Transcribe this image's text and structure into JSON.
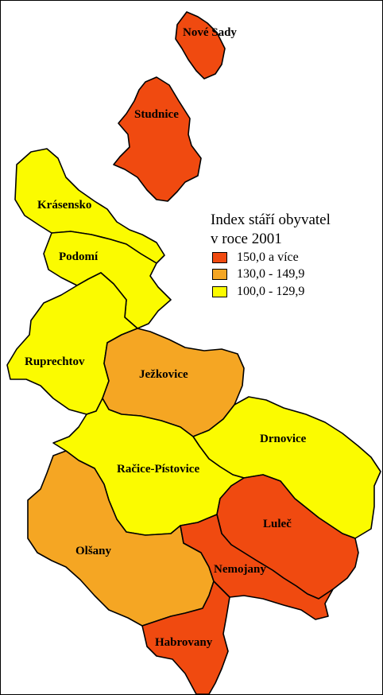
{
  "colors": {
    "high": "#f04a10",
    "mid": "#f5a623",
    "low": "#fbfb00"
  },
  "legend": {
    "title_line1": "Index stáří obyvatel",
    "title_line2": "v roce 2001",
    "classes": [
      {
        "label": "150,0 a více",
        "color_key": "high"
      },
      {
        "label": "130,0 - 149,9",
        "color_key": "mid"
      },
      {
        "label": "100,0 - 129,9",
        "color_key": "low"
      }
    ]
  },
  "regions": [
    {
      "id": "nove-sady",
      "name": "Nové Sady",
      "class": "high"
    },
    {
      "id": "studnice",
      "name": "Studnice",
      "class": "high"
    },
    {
      "id": "krasensko",
      "name": "Krásensko",
      "class": "low"
    },
    {
      "id": "podomi",
      "name": "Podomí",
      "class": "low"
    },
    {
      "id": "ruprechtov",
      "name": "Ruprechtov",
      "class": "low"
    },
    {
      "id": "jezkovice",
      "name": "Ježkovice",
      "class": "mid"
    },
    {
      "id": "drnovice",
      "name": "Drnovice",
      "class": "low"
    },
    {
      "id": "racice-pistovice",
      "name": "Račice-Pístovice",
      "class": "low"
    },
    {
      "id": "olsany",
      "name": "Olšany",
      "class": "mid"
    },
    {
      "id": "lulec",
      "name": "Luleč",
      "class": "high"
    },
    {
      "id": "nemojany",
      "name": "Nemojany",
      "class": "high"
    },
    {
      "id": "habrovany",
      "name": "Habrovany",
      "class": "high"
    }
  ]
}
